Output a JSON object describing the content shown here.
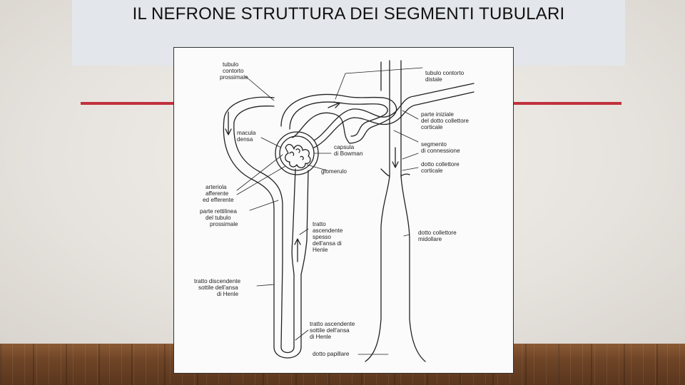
{
  "slide": {
    "title": "IL NEFRONE STRUTTURA DEI SEGMENTI TUBULARI"
  },
  "diagram": {
    "labels": {
      "tubulo_prossimale": [
        "tubulo",
        "contorto",
        "prossimale"
      ],
      "tubulo_distale": [
        "tubulo contorto",
        "distale"
      ],
      "parte_iniziale_dotto": [
        "parte iniziale",
        "del dotto collettore",
        "corticale"
      ],
      "macula_densa": [
        "macula",
        "densa"
      ],
      "capsula_bowman": [
        "capsula",
        "di Bowman"
      ],
      "segmento_connessione": [
        "segmento",
        "di connessione"
      ],
      "dotto_collettore_corticale": [
        "dotto collettore",
        "corticale"
      ],
      "glomerulo": [
        "glomerulo"
      ],
      "arteriola": [
        "arteriola",
        "afferente",
        "ed efferente"
      ],
      "parte_rettilinea": [
        "parte rettilinea",
        "del tubulo",
        "prossimale"
      ],
      "tratto_ascendente_spesso": [
        "tratto",
        "ascendente",
        "spesso",
        "dell'ansa di",
        "Henle"
      ],
      "dotto_collettore_midollare": [
        "dotto collettore",
        "midollare"
      ],
      "tratto_discendente_sottile": [
        "tratto discendente",
        "sottile dell'ansa",
        "di Henle"
      ],
      "tratto_ascendente_sottile": [
        "tratto ascendente",
        "sottile dell'ansa",
        "di Henle"
      ],
      "dotto_papillare": [
        "dotto papillare"
      ]
    }
  }
}
